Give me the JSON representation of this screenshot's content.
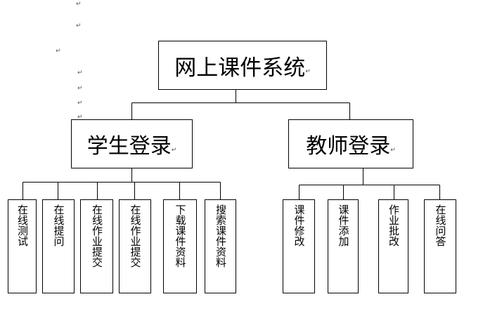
{
  "root": {
    "label": "网上课件系统"
  },
  "student": {
    "label": "学生登录",
    "children": [
      {
        "label": "在线测试"
      },
      {
        "label": "在线提问"
      },
      {
        "label": "在线作业提交"
      },
      {
        "label": "在线作业提交"
      },
      {
        "label": "下载课件资料"
      },
      {
        "label": "搜索课件资料"
      }
    ]
  },
  "teacher": {
    "label": "教师登录",
    "children": [
      {
        "label": "课件修改"
      },
      {
        "label": "课件添加"
      },
      {
        "label": "作业批改"
      },
      {
        "label": "在线问答"
      }
    ]
  },
  "paragraph_mark": "↵"
}
